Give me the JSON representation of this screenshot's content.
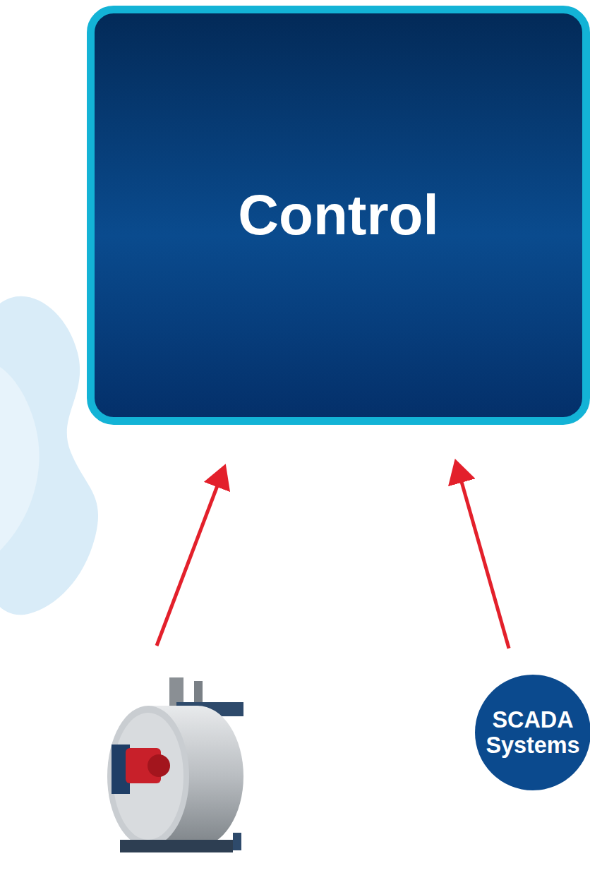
{
  "diagram": {
    "nodes": [
      {
        "text": [
          "Control"
        ]
      },
      {
        "text": [
          "SCADA Systems"
        ]
      }
    ],
    "edges": [
      {
        "from": 1,
        "to": 0,
        "arrow": "to"
      }
    ]
  }
}
